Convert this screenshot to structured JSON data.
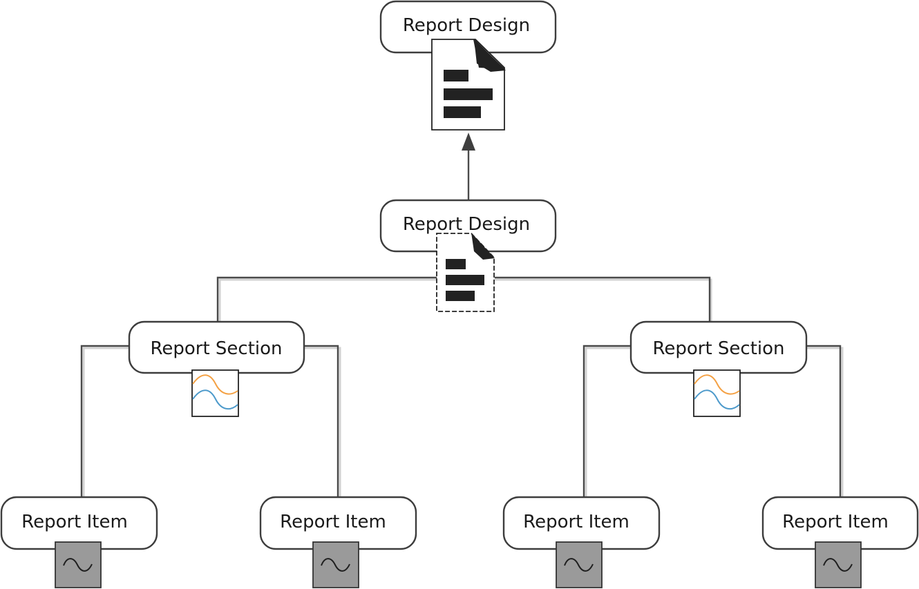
{
  "diagram": {
    "nodes": [
      {
        "id": "design-top",
        "label": "Report Design"
      },
      {
        "id": "design-mid",
        "label": "Report Design"
      },
      {
        "id": "section-left",
        "label": "Report Section"
      },
      {
        "id": "section-right",
        "label": "Report Section"
      },
      {
        "id": "item-1",
        "label": "Report Item"
      },
      {
        "id": "item-2",
        "label": "Report Item"
      },
      {
        "id": "item-3",
        "label": "Report Item"
      },
      {
        "id": "item-4",
        "label": "Report Item"
      }
    ],
    "icons": {
      "design": "document-icon",
      "section": "line-chart-icon",
      "item": "waveform-icon"
    },
    "colors": {
      "wave_orange": "#f4a144",
      "wave_blue": "#4d9acb",
      "item_fill": "#9a9a9a"
    }
  }
}
